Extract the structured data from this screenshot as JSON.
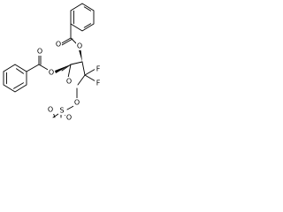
{
  "atoms": {
    "o_top_carbonyl": "O",
    "o_top_ester": "O",
    "o_left_carbonyl": "O",
    "o_left_ester": "O",
    "o_ring": "O",
    "f_upper": "F",
    "f_lower": "F",
    "o_mesyl_ester": "O",
    "s_mesyl": "S",
    "o_mesyl_left": "O",
    "o_mesyl_right": "O"
  }
}
